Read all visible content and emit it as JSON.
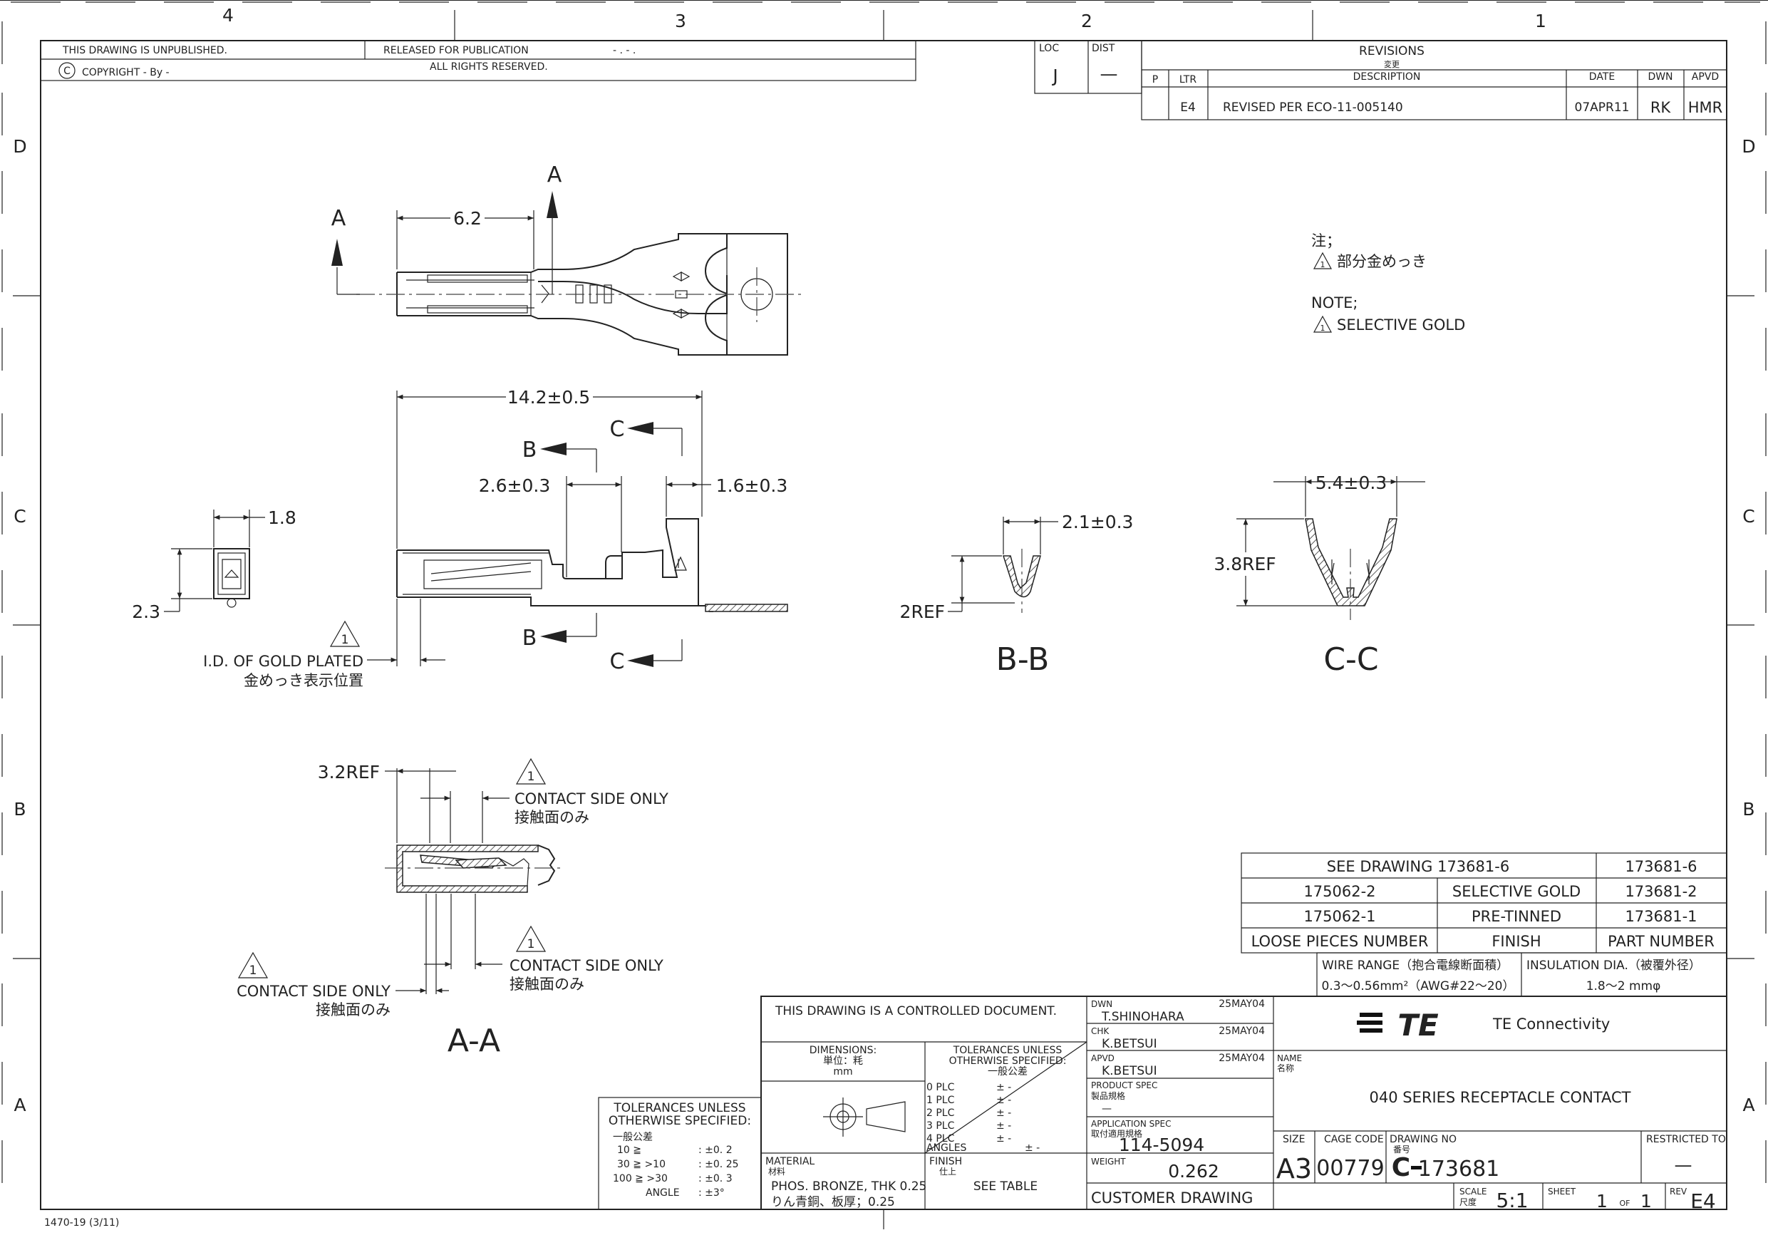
{
  "grid": {
    "cols": [
      "4",
      "3",
      "2",
      "1"
    ],
    "rows": [
      "D",
      "C",
      "B",
      "A"
    ]
  },
  "publication": {
    "unpublished": "THIS DRAWING IS UNPUBLISHED.",
    "released": "RELEASED FOR PUBLICATION",
    "released_value": "- . -   .",
    "copyright": "COPYRIGHT  -     By  -",
    "copyright_symbol": "C",
    "rights": "ALL RIGHTS RESERVED."
  },
  "loc_dist": {
    "loc_label": "LOC",
    "loc_value": "J",
    "dist_label": "DIST",
    "dist_value": "—"
  },
  "revisions": {
    "title": "REVISIONS",
    "title_jp": "変更",
    "headers": [
      "P",
      "LTR",
      "DESCRIPTION",
      "DATE",
      "DWN",
      "APVD"
    ],
    "row": {
      "p": "",
      "ltr": "E4",
      "description": "REVISED PER ECO-11-005140",
      "date": "07APR11",
      "dwn": "RK",
      "apvd": "HMR"
    }
  },
  "notes": {
    "jp_title": "注；",
    "jp_item": "部分金めっき",
    "title": "NOTE;",
    "item": "SELECTIVE GOLD",
    "mark": "1"
  },
  "dimensions": {
    "d6_2": "6.2",
    "d14_2": "14.2±0.5",
    "d2_6": "2.6±0.3",
    "d1_6": "1.6±0.3",
    "d1_8": "1.8",
    "d2_3": "2.3",
    "d2_1": "2.1±0.3",
    "d2ref": "2REF",
    "d5_4": "5.4±0.3",
    "d3_8ref": "3.8REF",
    "d3_2ref": "3.2REF"
  },
  "section_labels": {
    "a": "A",
    "b": "B",
    "c": "C",
    "bb": "B-B",
    "cc": "C-C",
    "aa": "A-A"
  },
  "annotations": {
    "gold_id": "I.D. OF GOLD PLATED",
    "gold_id_jp": "金めっき表示位置",
    "contact_side": "CONTACT SIDE ONLY",
    "contact_side_jp": "接触面のみ",
    "mark": "1"
  },
  "parts_table": {
    "see_drawing": "SEE DRAWING 173681-6",
    "see_part": "173681-6",
    "rows": [
      {
        "loose": "175062-2",
        "finish": "SELECTIVE GOLD",
        "part": "173681-2"
      },
      {
        "loose": "175062-1",
        "finish": "PRE-TINNED",
        "part": "173681-1"
      }
    ],
    "headers": {
      "loose": "LOOSE PIECES NUMBER",
      "finish": "FINISH",
      "part": "PART NUMBER"
    },
    "wire_range_label": "WIRE RANGE（抱合電線断面積）",
    "wire_range_value": "0.3～0.56mm²（AWG#22～20）",
    "insulation_label": "INSULATION DIA.（被覆外径）",
    "insulation_value": "1.8～2 mmφ"
  },
  "tolerances_left": {
    "title": "TOLERANCES UNLESS",
    "title2": "OTHERWISE SPECIFIED:",
    "jp": "一般公差",
    "rows": [
      {
        "range": "10 ≧       ",
        "tol": ": ±0. 2"
      },
      {
        "range": "30 ≧   >10",
        "tol": ": ±0. 25"
      },
      {
        "range": "100 ≧   >30",
        "tol": ": ±0. 3"
      },
      {
        "range": "ANGLE",
        "tol": ": ±3°"
      }
    ]
  },
  "title_block": {
    "controlled": "THIS DRAWING IS A CONTROLLED DOCUMENT.",
    "dimensions_label": "DIMENSIONS:",
    "dimensions_jp": "単位：粍",
    "dimensions_unit": "mm",
    "tol_title": "TOLERANCES UNLESS",
    "tol_title2": "OTHERWISE SPECIFIED:",
    "tol_jp": "一般公差",
    "tol_rows": [
      {
        "plc": "0  PLC",
        "val": "±  -"
      },
      {
        "plc": "1  PLC",
        "val": "±  -"
      },
      {
        "plc": "2  PLC",
        "val": "±  -"
      },
      {
        "plc": "3  PLC",
        "val": "±  -"
      },
      {
        "plc": "4  PLC",
        "val": "±  -"
      },
      {
        "plc": "ANGLES",
        "val": "±  -"
      }
    ],
    "material_label": "MATERIAL",
    "material_jp": "材料",
    "material_value": "PHOS. BRONZE, THK 0.25",
    "material_value_jp": "りん青銅、板厚；0.25",
    "finish_label": "FINISH",
    "finish_jp": "仕上",
    "finish_value": "SEE TABLE",
    "dwn_label": "DWN",
    "dwn_name": "T.SHINOHARA",
    "dwn_date": "25MAY04",
    "chk_label": "CHK",
    "chk_name": "K.BETSUI",
    "chk_date": "25MAY04",
    "apvd_label": "APVD",
    "apvd_name": "K.BETSUI",
    "apvd_date": "25MAY04",
    "product_spec_label": "PRODUCT SPEC",
    "product_spec_jp": "製品規格",
    "product_spec_value": "—",
    "app_spec_label": "APPLICATION SPEC",
    "app_spec_jp": "取付適用規格",
    "app_spec_value": "114-5094",
    "weight_label": "WEIGHT",
    "weight_value": "0.262",
    "customer": "CUSTOMER DRAWING",
    "company": "TE Connectivity",
    "logo_text": "TE",
    "name_label": "NAME",
    "name_jp": "名称",
    "name_value": "040 SERIES RECEPTACLE CONTACT",
    "size_label": "SIZE",
    "size_value": "A3",
    "cage_label": "CAGE CODE",
    "cage_value": "00779",
    "drawing_no_label": "DRAWING NO",
    "drawing_no_jp": "番号",
    "drawing_prefix": "C",
    "drawing_no_value": "173681",
    "restricted_label": "RESTRICTED TO",
    "restricted_value": "—",
    "scale_label": "SCALE",
    "scale_jp": "尺度",
    "scale_value": "5:1",
    "sheet_label": "SHEET",
    "sheet_value": "1",
    "sheet_of": "OF",
    "sheet_total": "1",
    "rev_label": "REV",
    "rev_value": "E4"
  },
  "form_code": "1470-19  (3/11)"
}
